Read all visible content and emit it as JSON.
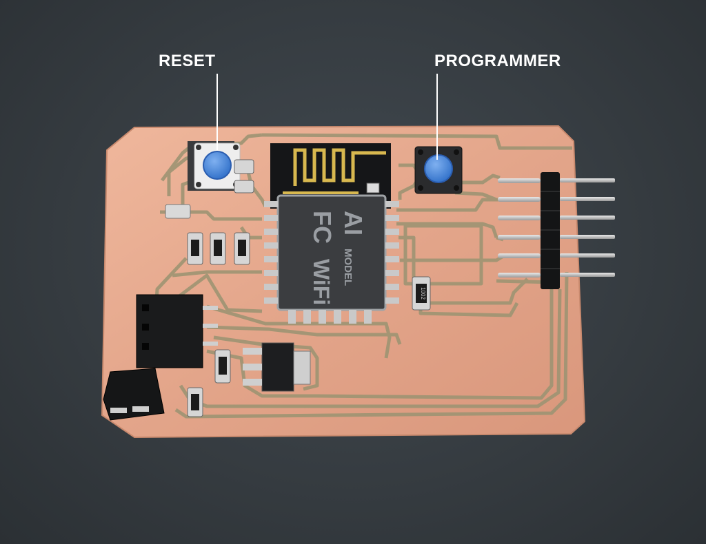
{
  "callouts": {
    "reset": "RESET",
    "programmer": "PROGRAMMER"
  },
  "module": {
    "model": "MODEL",
    "vendor_mark": "AI",
    "wifi_badge": "WiFi",
    "fcc_mark": "FC"
  },
  "resistor_marking": "1002",
  "colors": {
    "background": "#363c41",
    "copper": "#e3a58a",
    "trace_mask": "#a79a72",
    "button_cap": "#4a86d8",
    "callout_text": "#ffffff",
    "component_black": "#1b1c1e"
  }
}
